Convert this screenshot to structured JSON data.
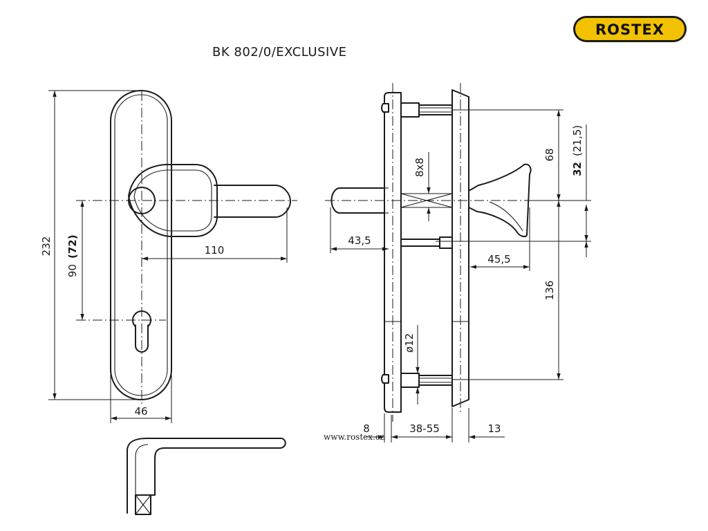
{
  "title": "BK  802/0/EXCLUSIVE",
  "brand": {
    "logo_text": "ROSTEX",
    "logo_color": "#f2c200",
    "website": "www.rostex.cz"
  },
  "dimensions": {
    "total_height": "232",
    "distance": "90",
    "distance_alt": "(72)",
    "handle_length": "110",
    "plate_width": "46",
    "spindle_out": "43,5",
    "square": "8x8",
    "knob_depth": "45,5",
    "top_to_axis": "68",
    "axis_upper": "32",
    "axis_upper_alt": "(21,5)",
    "axis_to_bottom": "136",
    "screw_dia": "ø12",
    "plate_thickness": "8",
    "door_thickness": "38-55",
    "plate_thickness_2": "13"
  }
}
